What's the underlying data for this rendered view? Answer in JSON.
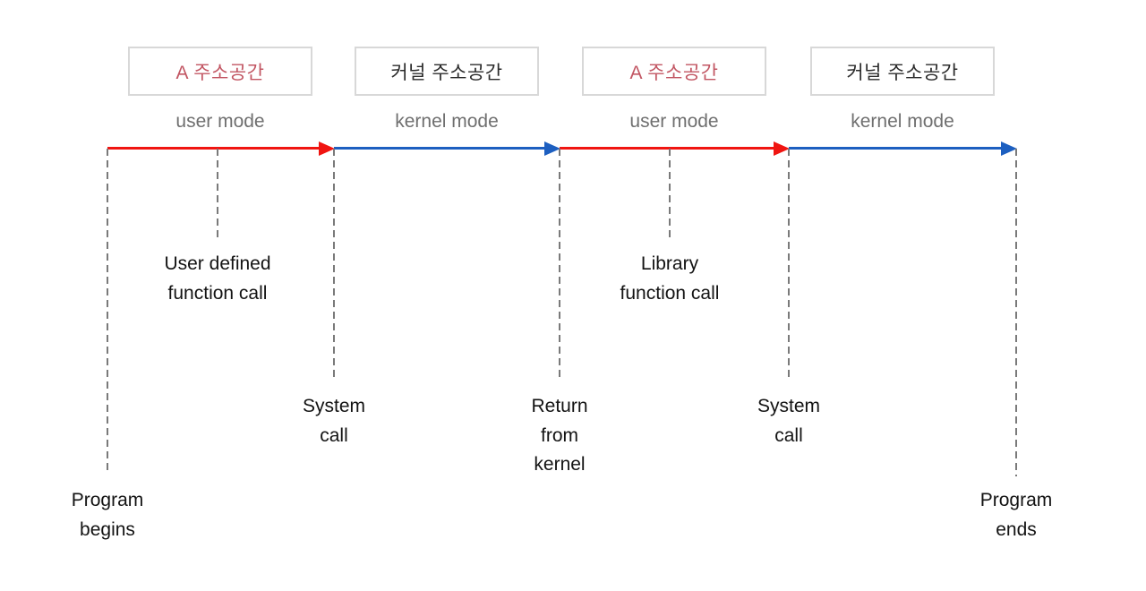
{
  "diagram": {
    "title_hidden": "",
    "address_spaces": [
      {
        "name": "A 주소공간",
        "mode": "user mode",
        "type": "user"
      },
      {
        "name": "커널 주소공간",
        "mode": "kernel mode",
        "type": "kernel"
      },
      {
        "name": "A 주소공간",
        "mode": "user mode",
        "type": "user"
      },
      {
        "name": "커널 주소공간",
        "mode": "kernel mode",
        "type": "kernel"
      }
    ],
    "events": [
      {
        "label": "Program\nbegins"
      },
      {
        "label": "User defined\nfunction call"
      },
      {
        "label": "System\ncall"
      },
      {
        "label": "Return\nfrom\nkernel"
      },
      {
        "label": "Library\nfunction call"
      },
      {
        "label": "System\ncall"
      },
      {
        "label": "Program\nends"
      }
    ],
    "colors": {
      "user_mode_arrow": "#f01511",
      "kernel_mode_arrow": "#1d5fc0",
      "user_space_text": "#c25663",
      "kernel_space_text": "#2b2b2b",
      "mode_label_text": "#6f6f6f",
      "event_line": "#7a7a7a",
      "event_text": "#131313",
      "box_border": "#d8d8d8"
    }
  }
}
